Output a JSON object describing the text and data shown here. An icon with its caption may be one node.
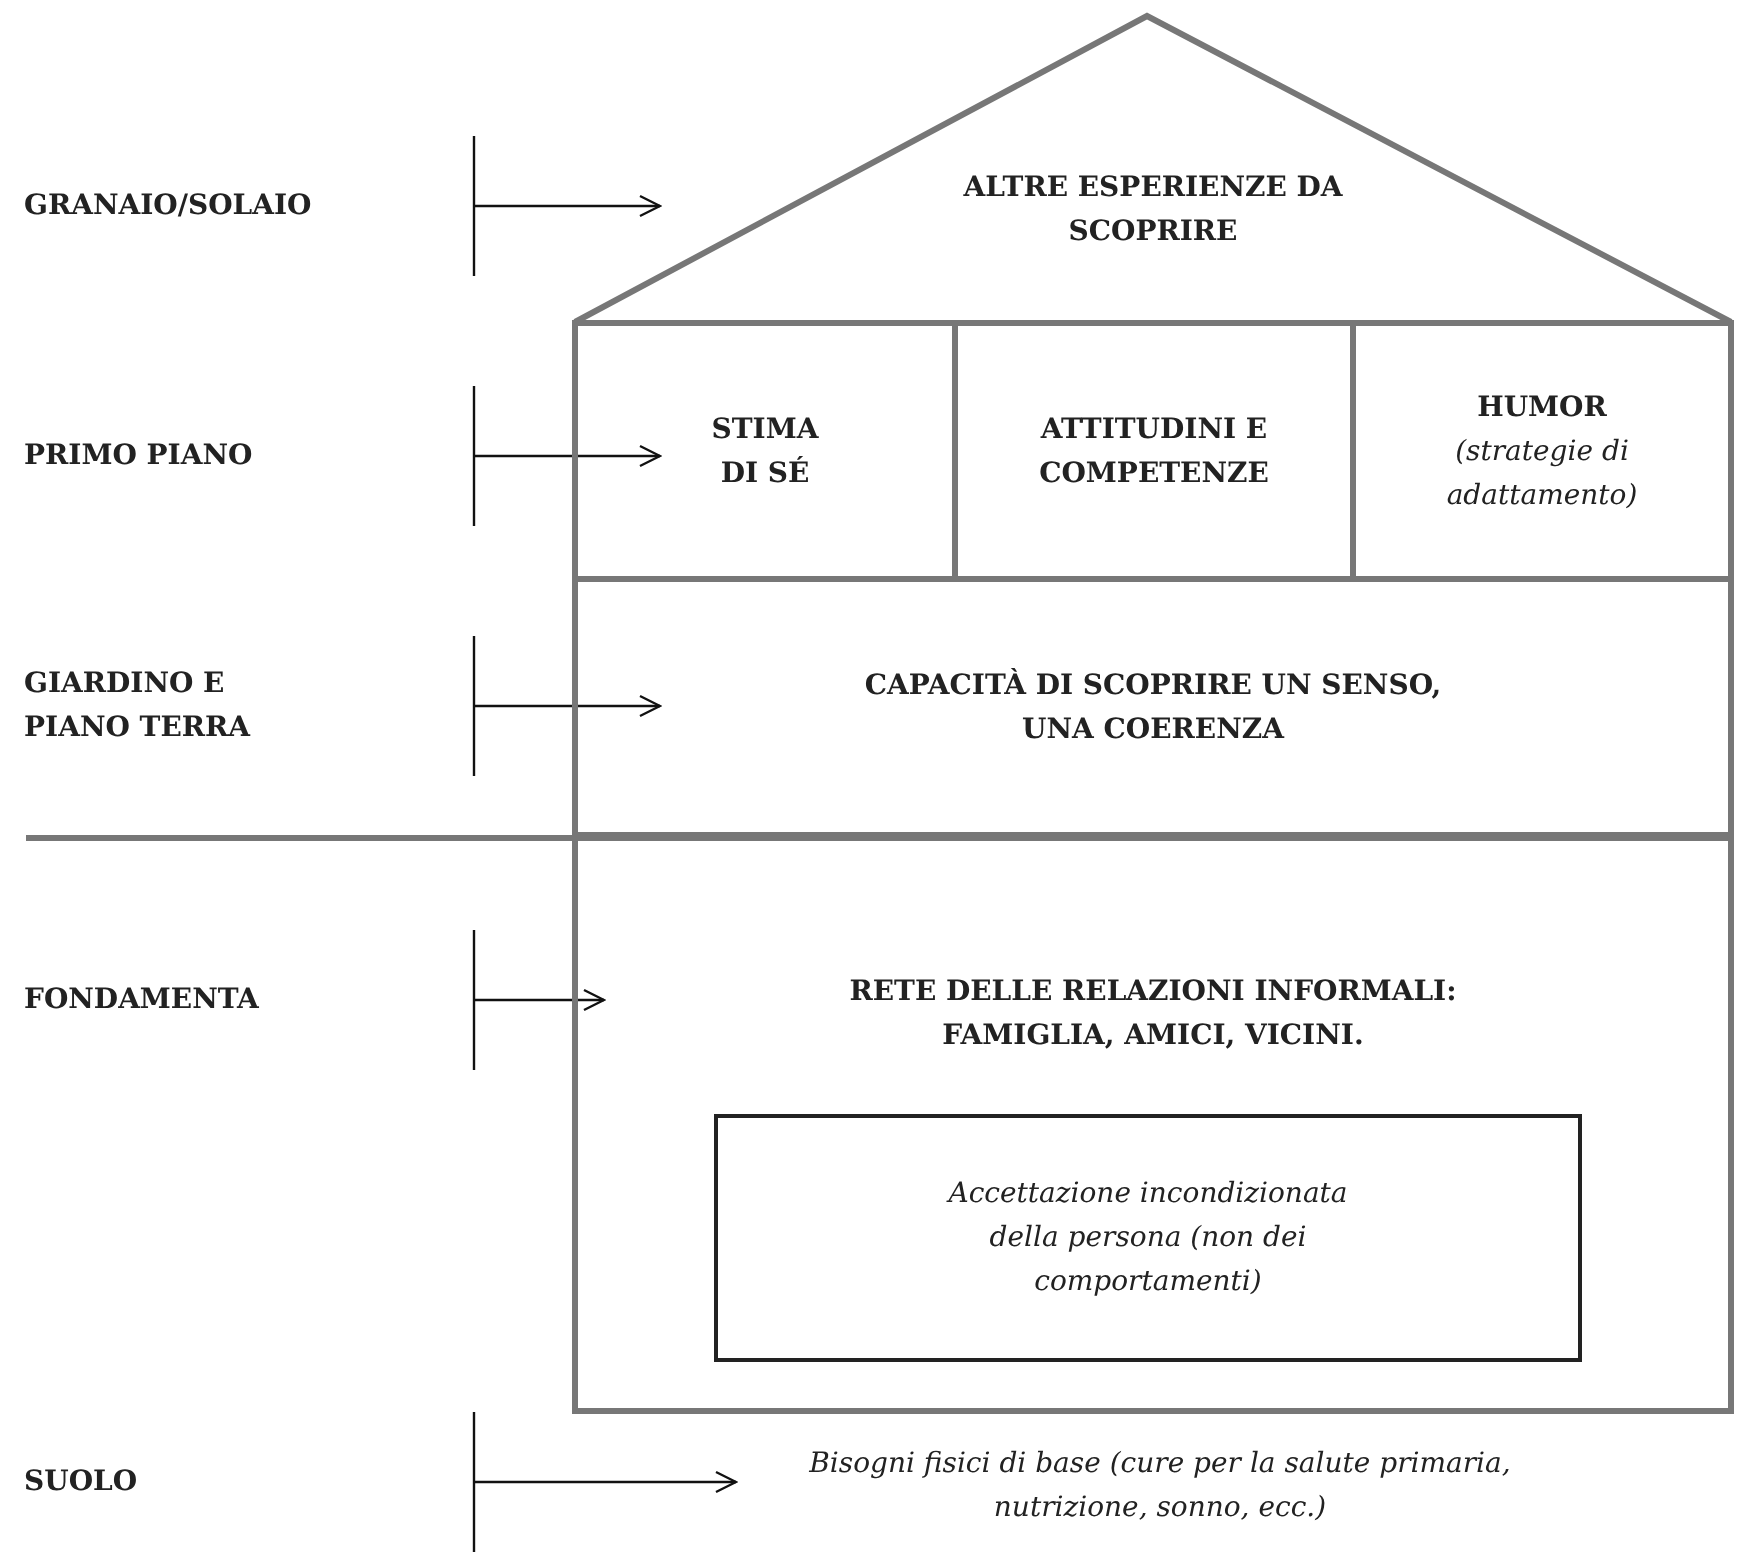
{
  "diagram": {
    "nodes": [
      {
        "text": [
          "ALTRE ESPERIENZE DA SCOPRIRE"
        ]
      },
      {
        "text": [
          "STIMA DI SÉ"
        ]
      },
      {
        "text": [
          "ATTITUDINI E COMPETENZE"
        ]
      },
      {
        "text": [
          "HUMOR",
          "(strategie di adattamento)"
        ]
      },
      {
        "text": [
          "CAPACITÀ DI SCOPRIRE UN SENSO, UNA COERENZA"
        ]
      },
      {
        "text": [
          "RETE DELLE RELAZIONI INFORMALI: FAMIGLIA, AMICI, VICINI."
        ]
      },
      {
        "text": [
          "Accettazione incondizionata della persona (non dei comportamenti)"
        ],
        "in": 5
      },
      {
        "text": [
          "Bisogni fisici di base (cure per la salute primaria, nutrizione, sonno, ecc.)"
        ]
      }
    ],
    "edges": [
      {
        "from": null,
        "to": 0,
        "arrow": "to"
      },
      {
        "from": null,
        "to": 1,
        "arrow": "to"
      },
      {
        "from": null,
        "to": 4,
        "arrow": "to"
      },
      {
        "from": null,
        "to": 5,
        "arrow": "to"
      },
      {
        "from": null,
        "to": 7,
        "arrow": "to"
      }
    ],
    "labels": [
      "GRANAIO/SOLAIO",
      "PRIMO PIANO",
      "GIARDINO E PIANO TERRA",
      "FONDAMENTA",
      "SUOLO"
    ]
  }
}
